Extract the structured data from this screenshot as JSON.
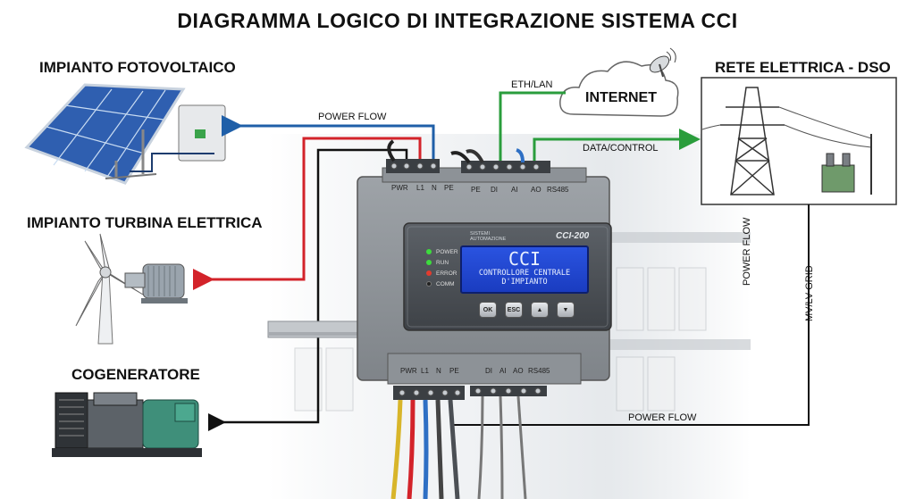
{
  "title": "DIAGRAMMA LOGICO DI INTEGRAZIONE SISTEMA CCI",
  "sections": {
    "pv": "IMPIANTO FOTOVOLTAICO",
    "wind": "IMPIANTO TURBINA ELETTRICA",
    "cogen": "COGENERATORE",
    "grid": "RETE ELETTRICA - DSO"
  },
  "cloud_label": "INTERNET",
  "connections": {
    "eth": "ETH/LAN",
    "data": "DATA/CONTROL",
    "power_flow_top": "POWER FLOW",
    "power_flow_bottom": "POWER FLOW",
    "power_flow_vertical": "POWER FLOW",
    "mv_lv": "MV/LV GRID"
  },
  "terminals_top": [
    "PWR",
    "L1",
    "N",
    "PE",
    "PE",
    "DI",
    "AI",
    "AO",
    "RS485"
  ],
  "terminals_bottom": [
    "PWR",
    "L1",
    "N",
    "PE",
    "DI",
    "AI",
    "AO",
    "RS485"
  ],
  "device": {
    "brand_line1": "SISTEMI",
    "brand_line2": "AUTOMAZIONE",
    "model": "CCI-200",
    "lcd_line1": "CCI",
    "lcd_line2": "CONTROLLORE CENTRALE",
    "lcd_line3": "D'IMPIANTO",
    "leds": [
      {
        "label": "POWER",
        "color": "#3ddc3d"
      },
      {
        "label": "RUN",
        "color": "#3ddc3d"
      },
      {
        "label": "ERROR",
        "color": "#e23b2e"
      },
      {
        "label": "COMM",
        "color": "#222222"
      }
    ],
    "buttons": [
      "OK",
      "ESC",
      "▲",
      "▼"
    ]
  },
  "colors": {
    "blue_flow": "#1f5fa8",
    "red_flow": "#d3232a",
    "green_data": "#2a9d3c",
    "black_line": "#111111"
  }
}
